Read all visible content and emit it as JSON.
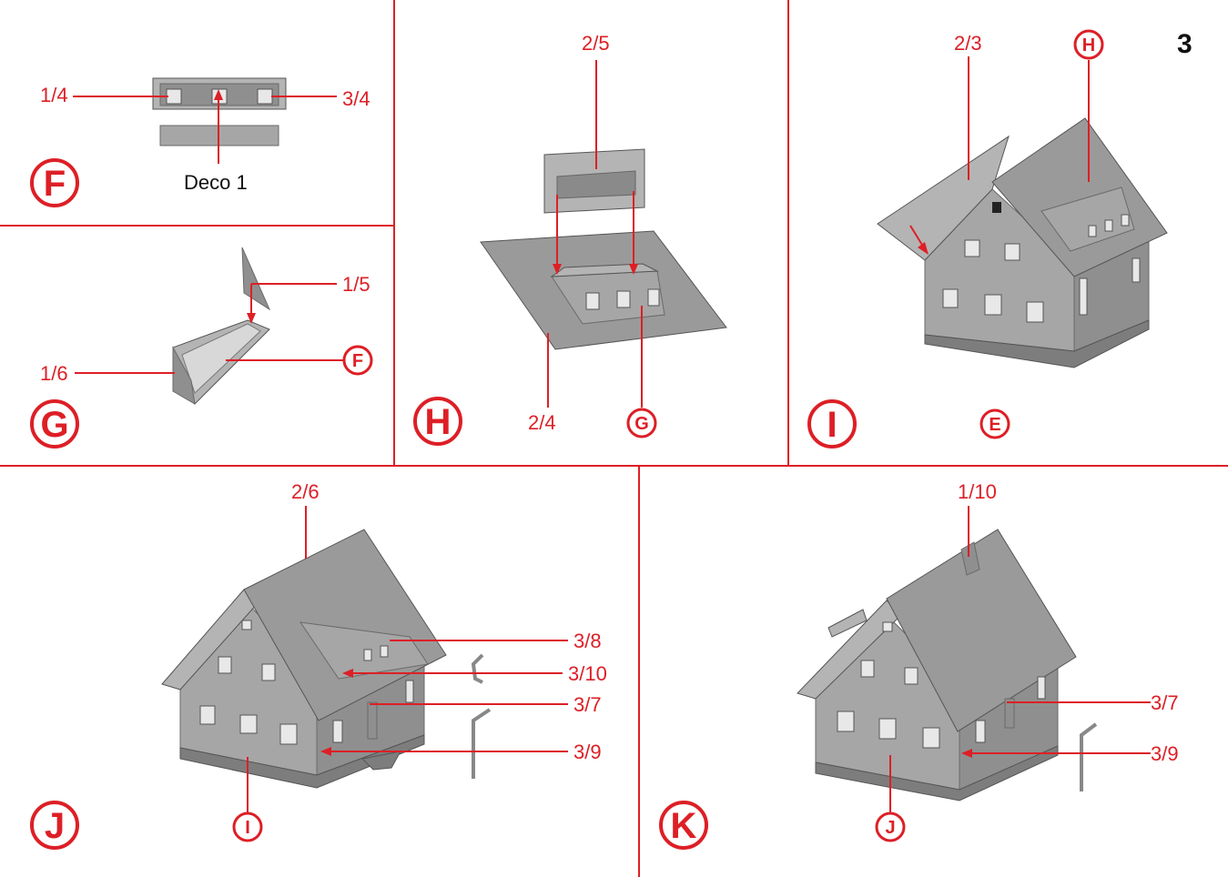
{
  "page_number": "3",
  "steps": [
    {
      "id": "F",
      "labels": [
        "1/4",
        "3/4",
        "Deco 1"
      ]
    },
    {
      "id": "G",
      "labels": [
        "1/5",
        "1/6"
      ],
      "refs": [
        "F"
      ]
    },
    {
      "id": "H",
      "labels": [
        "2/5",
        "2/4"
      ],
      "refs": [
        "G"
      ]
    },
    {
      "id": "I",
      "labels": [
        "2/3"
      ],
      "refs": [
        "H",
        "E"
      ]
    },
    {
      "id": "J",
      "labels": [
        "2/6",
        "3/8",
        "3/10",
        "3/7",
        "3/9"
      ],
      "refs": [
        "I"
      ]
    },
    {
      "id": "K",
      "labels": [
        "1/10",
        "3/7",
        "3/9"
      ],
      "refs": [
        "J"
      ]
    }
  ],
  "colors": {
    "accent": "#dd1f26",
    "part": "#a6a6a6"
  }
}
